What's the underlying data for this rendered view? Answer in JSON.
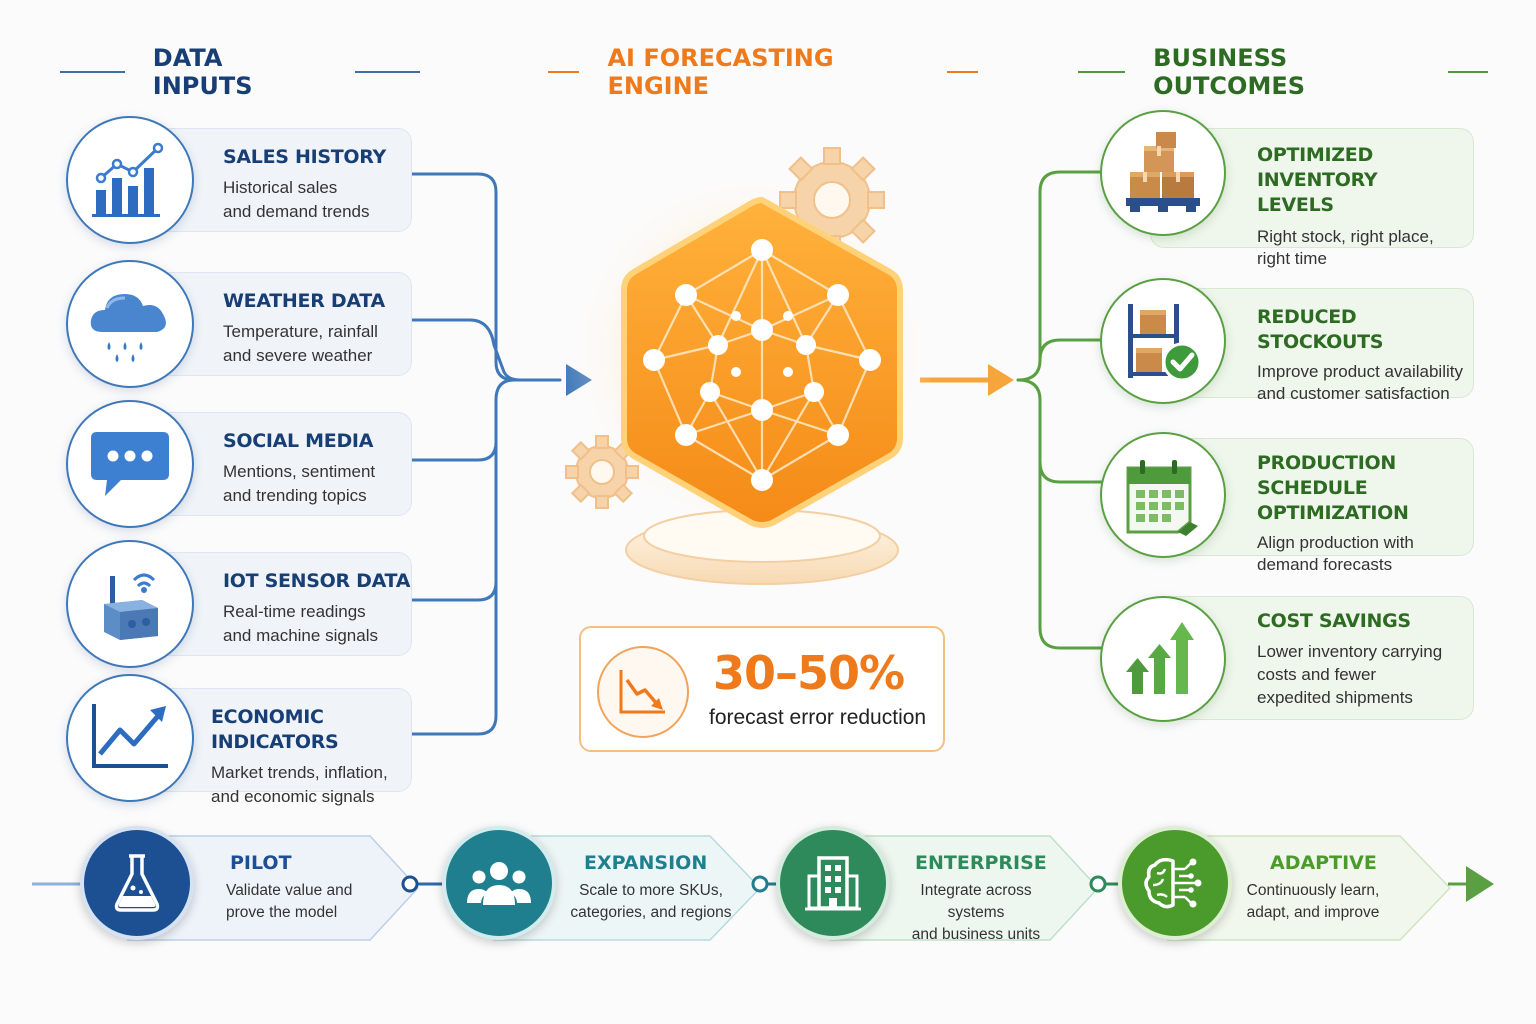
{
  "headers": {
    "inputs": "DATA INPUTS",
    "engine": "AI FORECASTING ENGINE",
    "outcomes": "BUSINESS OUTCOMES"
  },
  "colors": {
    "blue": "#183f75",
    "orange": "#ee7a1c",
    "green": "#2e6b22"
  },
  "inputs": [
    {
      "title": "SALES HISTORY",
      "desc": "Historical sales\nand demand trends",
      "icon": "bar-chart-icon"
    },
    {
      "title": "WEATHER DATA",
      "desc": "Temperature, rainfall\nand severe weather",
      "icon": "rain-cloud-icon"
    },
    {
      "title": "SOCIAL MEDIA",
      "desc": "Mentions, sentiment\nand trending topics",
      "icon": "chat-bubble-icon"
    },
    {
      "title": "IOT SENSOR DATA",
      "desc": "Real-time readings\nand machine signals",
      "icon": "iot-sensor-icon"
    },
    {
      "title": "ECONOMIC INDICATORS",
      "desc": "Market trends, inflation,\nand economic signals",
      "icon": "trend-line-icon"
    }
  ],
  "engine": {
    "metric_value": "30–50%",
    "metric_label": "forecast error reduction",
    "icon": "neural-network-icon"
  },
  "outcomes": [
    {
      "title": "OPTIMIZED INVENTORY\nLEVELS",
      "desc": "Right stock, right place,\nright time",
      "icon": "boxes-pallet-icon"
    },
    {
      "title": "REDUCED STOCKOUTS",
      "desc": "Improve product availability\nand customer satisfaction",
      "icon": "shelf-check-icon"
    },
    {
      "title": "PRODUCTION SCHEDULE\nOPTIMIZATION",
      "desc": "Align production with\ndemand forecasts",
      "icon": "calendar-icon"
    },
    {
      "title": "COST SAVINGS",
      "desc": "Lower inventory carrying\ncosts and fewer\nexpedited shipments",
      "icon": "growth-arrows-icon"
    }
  ],
  "phases": [
    {
      "title": "PILOT",
      "desc": "Validate value and\nprove the model",
      "icon": "flask-icon",
      "color": "#1d4f93"
    },
    {
      "title": "EXPANSION",
      "desc": "Scale to more SKUs,\ncategories, and regions",
      "icon": "team-icon",
      "color": "#1f7f8f"
    },
    {
      "title": "ENTERPRISE",
      "desc": "Integrate across systems\nand business units",
      "icon": "building-icon",
      "color": "#2e8a5a"
    },
    {
      "title": "ADAPTIVE",
      "desc": "Continuously learn,\nadapt, and improve",
      "icon": "brain-circuit-icon",
      "color": "#4a9a2c"
    }
  ]
}
